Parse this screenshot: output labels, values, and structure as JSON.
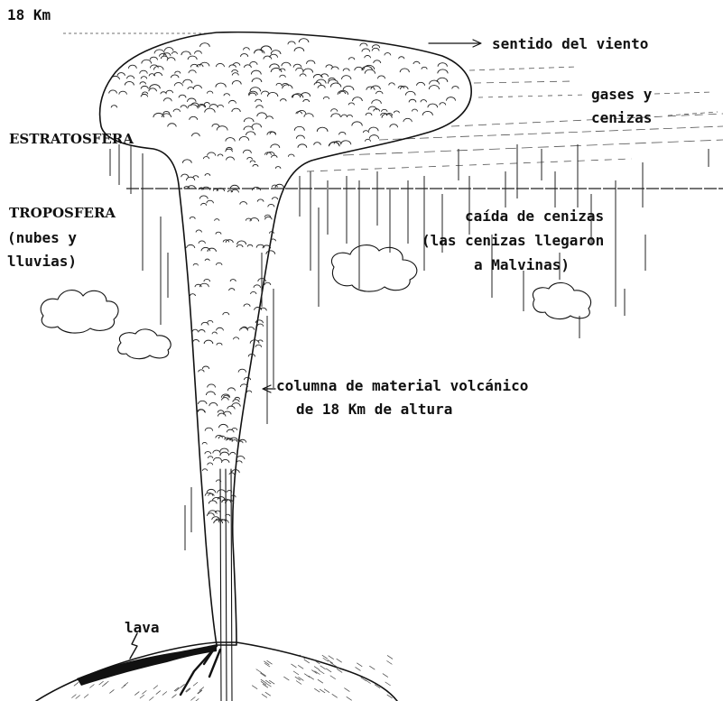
{
  "labels": {
    "top_altitude": "18 Km",
    "wind_direction": "sentido del viento",
    "gases_line1": "gases y",
    "gases_line2": "cenizas",
    "stratosphere": "ESTRATOSFERA",
    "troposphere": "TROPOSFERA",
    "tropo_note1": "(nubes y",
    "tropo_note2": "lluvias)",
    "ashfall_line1": "caída de cenizas",
    "ashfall_line2": "(las cenizas llegaron",
    "ashfall_line3": "a Malvinas)",
    "column_line1": "columna de material volcánico",
    "column_line2": "de 18 Km de altura",
    "lava": "lava"
  },
  "colors": {
    "ink": "#111111",
    "background": "#ffffff"
  }
}
